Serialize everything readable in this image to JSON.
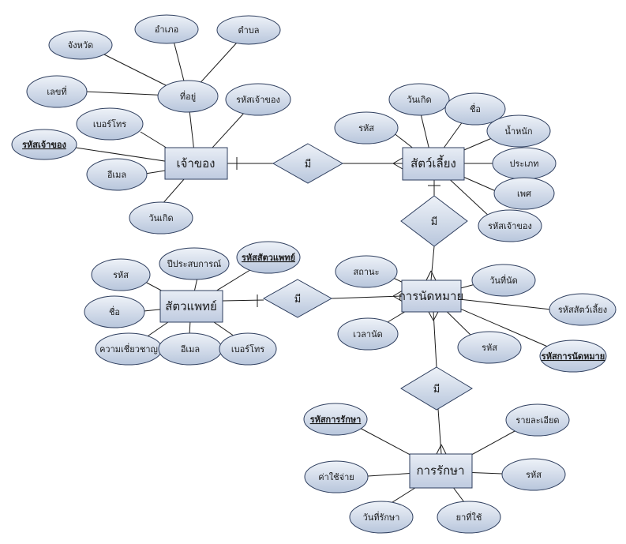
{
  "entities": {
    "owner": "เจ้าของ",
    "pet": "สัตว์เลี้ยง",
    "appointment": "การนัดหมาย",
    "vet": "สัตวแพทย์",
    "treatment": "การรักษา"
  },
  "relationships": {
    "owner_pet": "มี",
    "pet_appointment": "มี",
    "vet_appointment": "มี",
    "appointment_treatment": "มี"
  },
  "attributes": {
    "owner": {
      "district": "อำเภอ",
      "subdistrict": "ตำบล",
      "province": "จังหวัด",
      "house_no": "เลขที่",
      "address": "ที่อยู่",
      "owner_id_attr": "รหัสเจ้าของ",
      "phone": "เบอร์โทร",
      "owner_key": "รหัสเจ้าของ",
      "email": "อีเมล",
      "birthdate": "วันเกิด"
    },
    "pet": {
      "birthdate": "วันเกิด",
      "name": "ชื่อ",
      "id": "รหัส",
      "weight": "น้ำหนัก",
      "type": "ประเภท",
      "sex": "เพศ",
      "owner_id": "รหัสเจ้าของ"
    },
    "vet": {
      "experience": "ปีประสบการณ์",
      "vet_key": "รหัสสัตวแพทย์",
      "id": "รหัส",
      "name": "ชื่อ",
      "expertise": "ความเชี่ยวชาญ",
      "email": "อีเมล",
      "phone": "เบอร์โทร"
    },
    "appointment": {
      "location": "สถานะ",
      "date": "วันที่นัด",
      "pet_id": "รหัสสัตว์เลี้ยง",
      "time": "เวลานัด",
      "id": "รหัส",
      "appointment_key": "รหัสการนัดหมาย"
    },
    "treatment": {
      "treatment_key": "รหัสการรักษา",
      "detail": "รายละเอียด",
      "cost": "ค่าใช้จ่าย",
      "id": "รหัส",
      "date": "วันที่รักษา",
      "medicine": "ยาที่ใช้"
    }
  },
  "colors": {
    "shape_fill_top": "#eef2f8",
    "shape_fill_bottom": "#b8c6dc",
    "stroke": "#2f3f5f",
    "line": "#1a1a1a"
  }
}
